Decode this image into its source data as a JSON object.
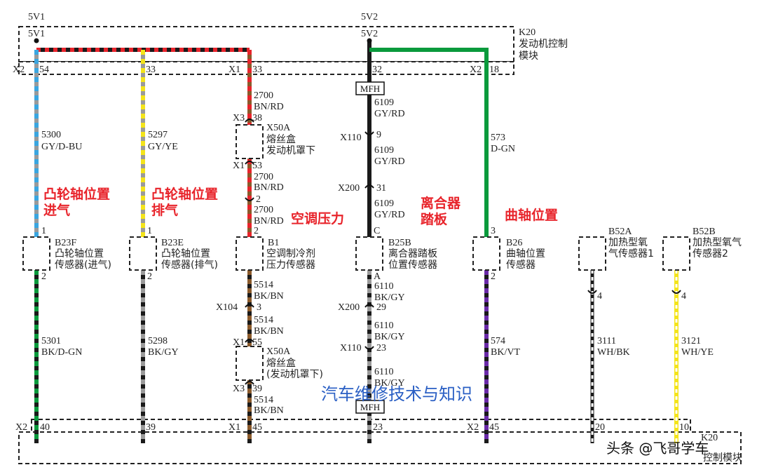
{
  "supplies": {
    "top_left": "5V1",
    "inner_left": "5V1",
    "top_mid": "5V2",
    "inner_mid": "5V2"
  },
  "module": {
    "name": "K20",
    "desc_l1": "发动机控制",
    "desc_l2": "模块",
    "bottom_name": "K20",
    "bottom_desc": "控制模块"
  },
  "connectors": {
    "top": [
      {
        "conn": "X2",
        "pin": "54"
      },
      {
        "conn": "",
        "pin": "33"
      },
      {
        "conn": "X1",
        "pin": "33"
      },
      {
        "conn": "",
        "pin": "32"
      },
      {
        "conn": "X2",
        "pin": "18"
      }
    ],
    "bottom": [
      {
        "conn": "X2",
        "pin": "40"
      },
      {
        "conn": "",
        "pin": "39"
      },
      {
        "conn": "X1",
        "pin": "45"
      },
      {
        "conn": "",
        "pin": "23"
      },
      {
        "conn": "X2",
        "pin": "45"
      },
      {
        "conn": "",
        "pin": "20"
      },
      {
        "conn": "",
        "pin": "10"
      }
    ]
  },
  "wires": {
    "w5300": {
      "num": "5300",
      "color": "GY/D-BU"
    },
    "w5297": {
      "num": "5297",
      "color": "GY/YE"
    },
    "w2700a": {
      "num": "2700",
      "color": "BN/RD"
    },
    "w2700b": {
      "num": "2700",
      "color": "BN/RD"
    },
    "w2700c": {
      "num": "2700",
      "color": "BN/RD"
    },
    "w6109a": {
      "num": "6109",
      "color": "GY/RD"
    },
    "w6109b": {
      "num": "6109",
      "color": "GY/RD"
    },
    "w6109c": {
      "num": "6109",
      "color": "GY/RD"
    },
    "w573": {
      "num": "573",
      "color": "D-GN"
    },
    "w5301": {
      "num": "5301",
      "color": "BK/D-GN"
    },
    "w5298": {
      "num": "5298",
      "color": "BK/GY"
    },
    "w5514a": {
      "num": "5514",
      "color": "BK/BN"
    },
    "w5514b": {
      "num": "5514",
      "color": "BK/BN"
    },
    "w5514c": {
      "num": "5514",
      "color": "BK/BN"
    },
    "w6110a": {
      "num": "6110",
      "color": "BK/GY"
    },
    "w6110b": {
      "num": "6110",
      "color": "BK/GY"
    },
    "w6110c": {
      "num": "6110",
      "color": "BK/GY"
    },
    "w574": {
      "num": "574",
      "color": "BK/VT"
    },
    "w3111": {
      "num": "3111",
      "color": "WH/BK"
    },
    "w3121": {
      "num": "3121",
      "color": "WH/YE"
    }
  },
  "inline": {
    "x3_38": {
      "conn": "X3",
      "pin": "38"
    },
    "x50a_top": {
      "name": "X50A",
      "l1": "熔丝盒",
      "l2": "发动机罩下"
    },
    "x1_53": {
      "conn": "X1",
      "pin": "53"
    },
    "pin2a": "2",
    "x110_9": {
      "conn": "X110",
      "pin": "9"
    },
    "x200_31": {
      "conn": "X200",
      "pin": "31"
    },
    "x104_3": {
      "conn": "X104",
      "pin": "3"
    },
    "x1_55": {
      "conn": "X1",
      "pin": "55"
    },
    "x50a_bot": {
      "name": "X50A",
      "l1": "熔丝盒",
      "l2": "(发动机罩下)"
    },
    "x3_39": {
      "conn": "X3",
      "pin": "39"
    },
    "x200_29": {
      "conn": "X200",
      "pin": "29"
    },
    "x110_23": {
      "conn": "X110",
      "pin": "23"
    },
    "mfh_top": "MFH",
    "mfh_bot": "MFH"
  },
  "sensors": [
    {
      "id": "B23F",
      "l1": "凸轮轴位置",
      "l2": "传感器(进气)",
      "pin_top": "1",
      "pin_bot": "2"
    },
    {
      "id": "B23E",
      "l1": "凸轮轴位置",
      "l2": "传感器(排气)",
      "pin_top": "1",
      "pin_bot": "2"
    },
    {
      "id": "B1",
      "l1": "空调制冷剂",
      "l2": "压力传感器",
      "pin_top": "2",
      "pin_bot": ""
    },
    {
      "id": "B25B",
      "l1": "离合器踏板",
      "l2": "位置传感器",
      "pin_top": "C",
      "pin_bot": "A"
    },
    {
      "id": "B26",
      "l1": "曲轴位置",
      "l2": "传感器",
      "pin_top": "3",
      "pin_bot": "2"
    },
    {
      "id": "B52A",
      "l1": "加热型氧",
      "l2": "气传感器1",
      "pin_top": "",
      "pin_bot": "4"
    },
    {
      "id": "B52B",
      "l1": "加热型氧气",
      "l2": "传感器2",
      "pin_top": "",
      "pin_bot": "4"
    }
  ],
  "labels": {
    "cam_in_l1": "凸轮轴位置",
    "cam_in_l2": "进气",
    "cam_ex_l1": "凸轮轴位置",
    "cam_ex_l2": "排气",
    "ac": "空调压力",
    "clutch_l1": "离合器",
    "clutch_l2": "踏板",
    "crank": "曲轴位置",
    "watermark_blue": "汽车维修技术与知识",
    "watermark_brand": "头条 @飞哥学车"
  },
  "colors": {
    "red": "#e8242b",
    "blue": "#2a5fc4",
    "wire_black": "#1a1a1a",
    "green": "#0a9a3c"
  }
}
